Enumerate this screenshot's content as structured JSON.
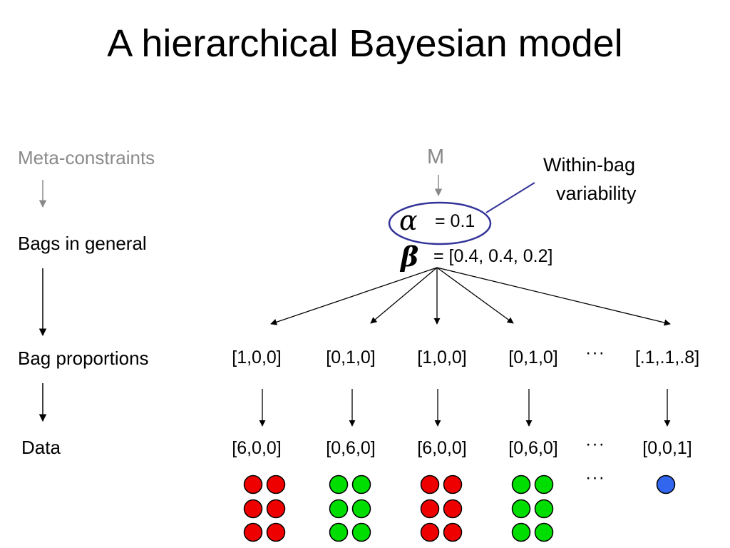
{
  "title": "A hierarchical Bayesian model",
  "levels": {
    "meta": "Meta-constraints",
    "general": "Bags in general",
    "proportions": "Bag proportions",
    "data": "Data"
  },
  "meta_symbol": "M",
  "callout": {
    "line1": "Within-bag",
    "line2": "variability"
  },
  "params": {
    "alpha_symbol": "α",
    "alpha_value": "= 0.1",
    "beta_symbol": "β",
    "beta_value": "= [0.4, 0.4, 0.2]"
  },
  "ellipsis": "···",
  "bags": [
    {
      "proportion": "[1,0,0]",
      "counts": "[6,0,0]",
      "ball_color": "#ee0000",
      "ball_count": 6
    },
    {
      "proportion": "[0,1,0]",
      "counts": "[0,6,0]",
      "ball_color": "#00dd00",
      "ball_count": 6
    },
    {
      "proportion": "[1,0,0]",
      "counts": "[6,0,0]",
      "ball_color": "#ee0000",
      "ball_count": 6
    },
    {
      "proportion": "[0,1,0]",
      "counts": "[0,6,0]",
      "ball_color": "#00dd00",
      "ball_count": 6
    },
    {
      "proportion": "[.1,.1,.8]",
      "counts": "[0,0,1]",
      "ball_color": "#3366ee",
      "ball_count": 1
    }
  ],
  "colors": {
    "ellipse": "#333399",
    "gray_text": "#8a8a8a"
  }
}
